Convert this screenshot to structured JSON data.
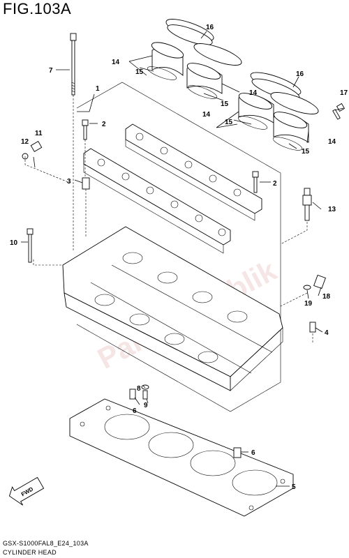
{
  "figure": {
    "title": "FIG.103A",
    "diagram_code": "GSX-S1000FAL8_E24_103A",
    "name": "CYLINDER HEAD"
  },
  "callouts": [
    "1",
    "2",
    "2",
    "3",
    "4",
    "5",
    "6",
    "6",
    "7",
    "8",
    "9",
    "10",
    "11",
    "12",
    "13",
    "14",
    "14",
    "14",
    "14",
    "15",
    "15",
    "15",
    "15",
    "16",
    "16",
    "17",
    "18",
    "19"
  ],
  "fwd_label": "FWD",
  "watermark": "PartsRepublik"
}
